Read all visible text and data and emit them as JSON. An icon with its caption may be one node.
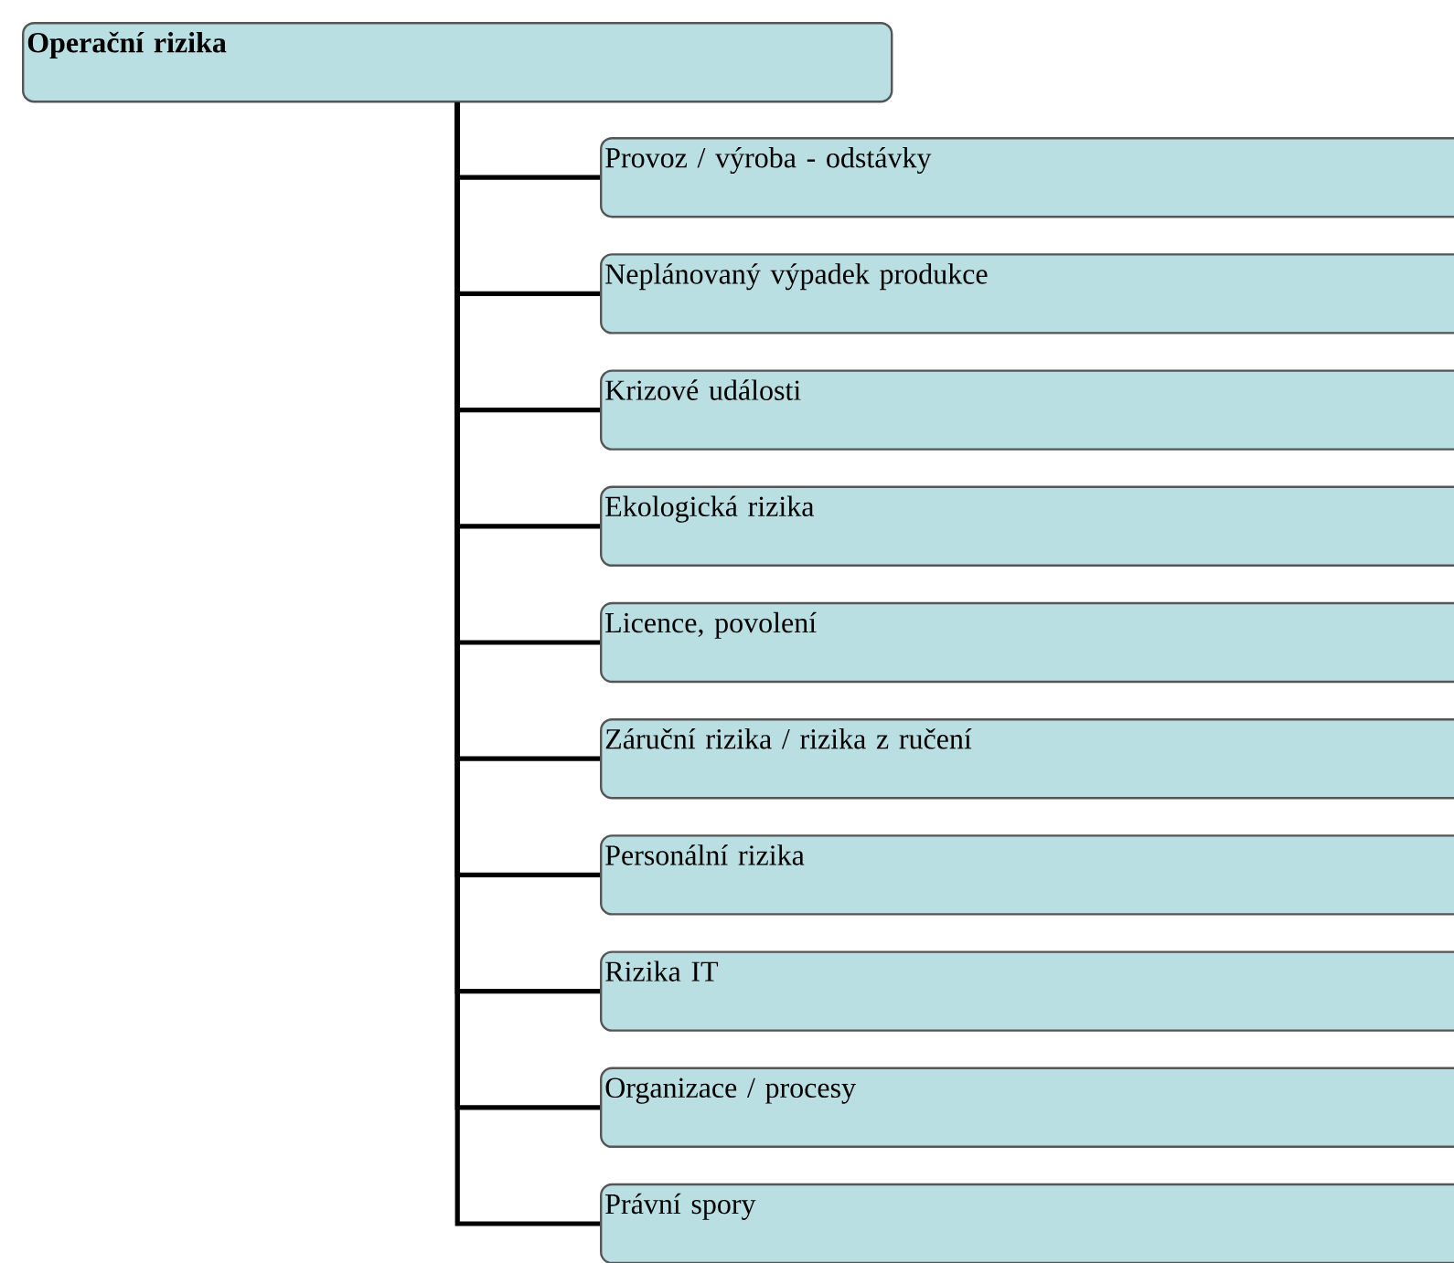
{
  "diagram": {
    "nodes": [
      {
        "text": [
          "Operační rizika"
        ]
      },
      {
        "text": [
          "Provoz / výroba - odstávky"
        ]
      },
      {
        "text": [
          "Neplánovaný výpadek produkce"
        ]
      },
      {
        "text": [
          "Krizové události"
        ]
      },
      {
        "text": [
          "Ekologická rizika"
        ]
      },
      {
        "text": [
          "Licence, povolení"
        ]
      },
      {
        "text": [
          "Záruční rizika / rizika z ručení"
        ]
      },
      {
        "text": [
          "Personální rizika"
        ]
      },
      {
        "text": [
          "Rizika IT"
        ]
      },
      {
        "text": [
          "Organizace / procesy"
        ]
      },
      {
        "text": [
          "Právní spory"
        ]
      }
    ],
    "edges": [
      {
        "from": 0,
        "to": 1,
        "arrow": "none"
      },
      {
        "from": 0,
        "to": 2,
        "arrow": "none"
      },
      {
        "from": 0,
        "to": 3,
        "arrow": "none"
      },
      {
        "from": 0,
        "to": 4,
        "arrow": "none"
      },
      {
        "from": 0,
        "to": 5,
        "arrow": "none"
      },
      {
        "from": 0,
        "to": 6,
        "arrow": "none"
      },
      {
        "from": 0,
        "to": 7,
        "arrow": "none"
      },
      {
        "from": 0,
        "to": 8,
        "arrow": "none"
      },
      {
        "from": 0,
        "to": 9,
        "arrow": "none"
      },
      {
        "from": 0,
        "to": 10,
        "arrow": "none"
      }
    ]
  }
}
